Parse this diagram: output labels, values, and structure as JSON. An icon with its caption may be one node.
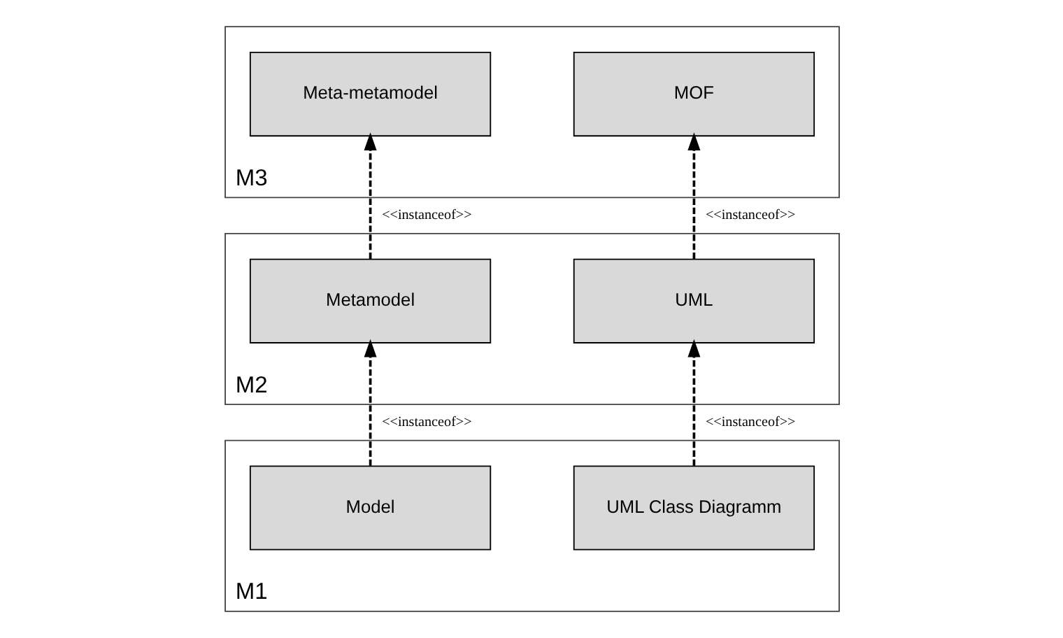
{
  "diagram": {
    "nodes": [
      {
        "text": [
          "M3"
        ]
      },
      {
        "text": [
          "Meta-metamodel"
        ],
        "in": 0
      },
      {
        "text": [
          "MOF"
        ],
        "in": 0
      },
      {
        "text": [
          "M2"
        ]
      },
      {
        "text": [
          "Metamodel"
        ],
        "in": 3
      },
      {
        "text": [
          "UML"
        ],
        "in": 3
      },
      {
        "text": [
          "M1"
        ]
      },
      {
        "text": [
          "Model"
        ],
        "in": 6
      },
      {
        "text": [
          "UML Class Diagramm"
        ],
        "in": 6
      }
    ],
    "edges": [
      {
        "from": 4,
        "to": 1,
        "arrow": "to",
        "label": "<<instanceof>>",
        "style": "dashed"
      },
      {
        "from": 5,
        "to": 2,
        "arrow": "to",
        "label": "<<instanceof>>",
        "style": "dashed"
      },
      {
        "from": 7,
        "to": 4,
        "arrow": "to",
        "label": "<<instanceof>>",
        "style": "dashed"
      },
      {
        "from": 8,
        "to": 5,
        "arrow": "to",
        "label": "<<instanceof>>",
        "style": "dashed"
      }
    ]
  }
}
